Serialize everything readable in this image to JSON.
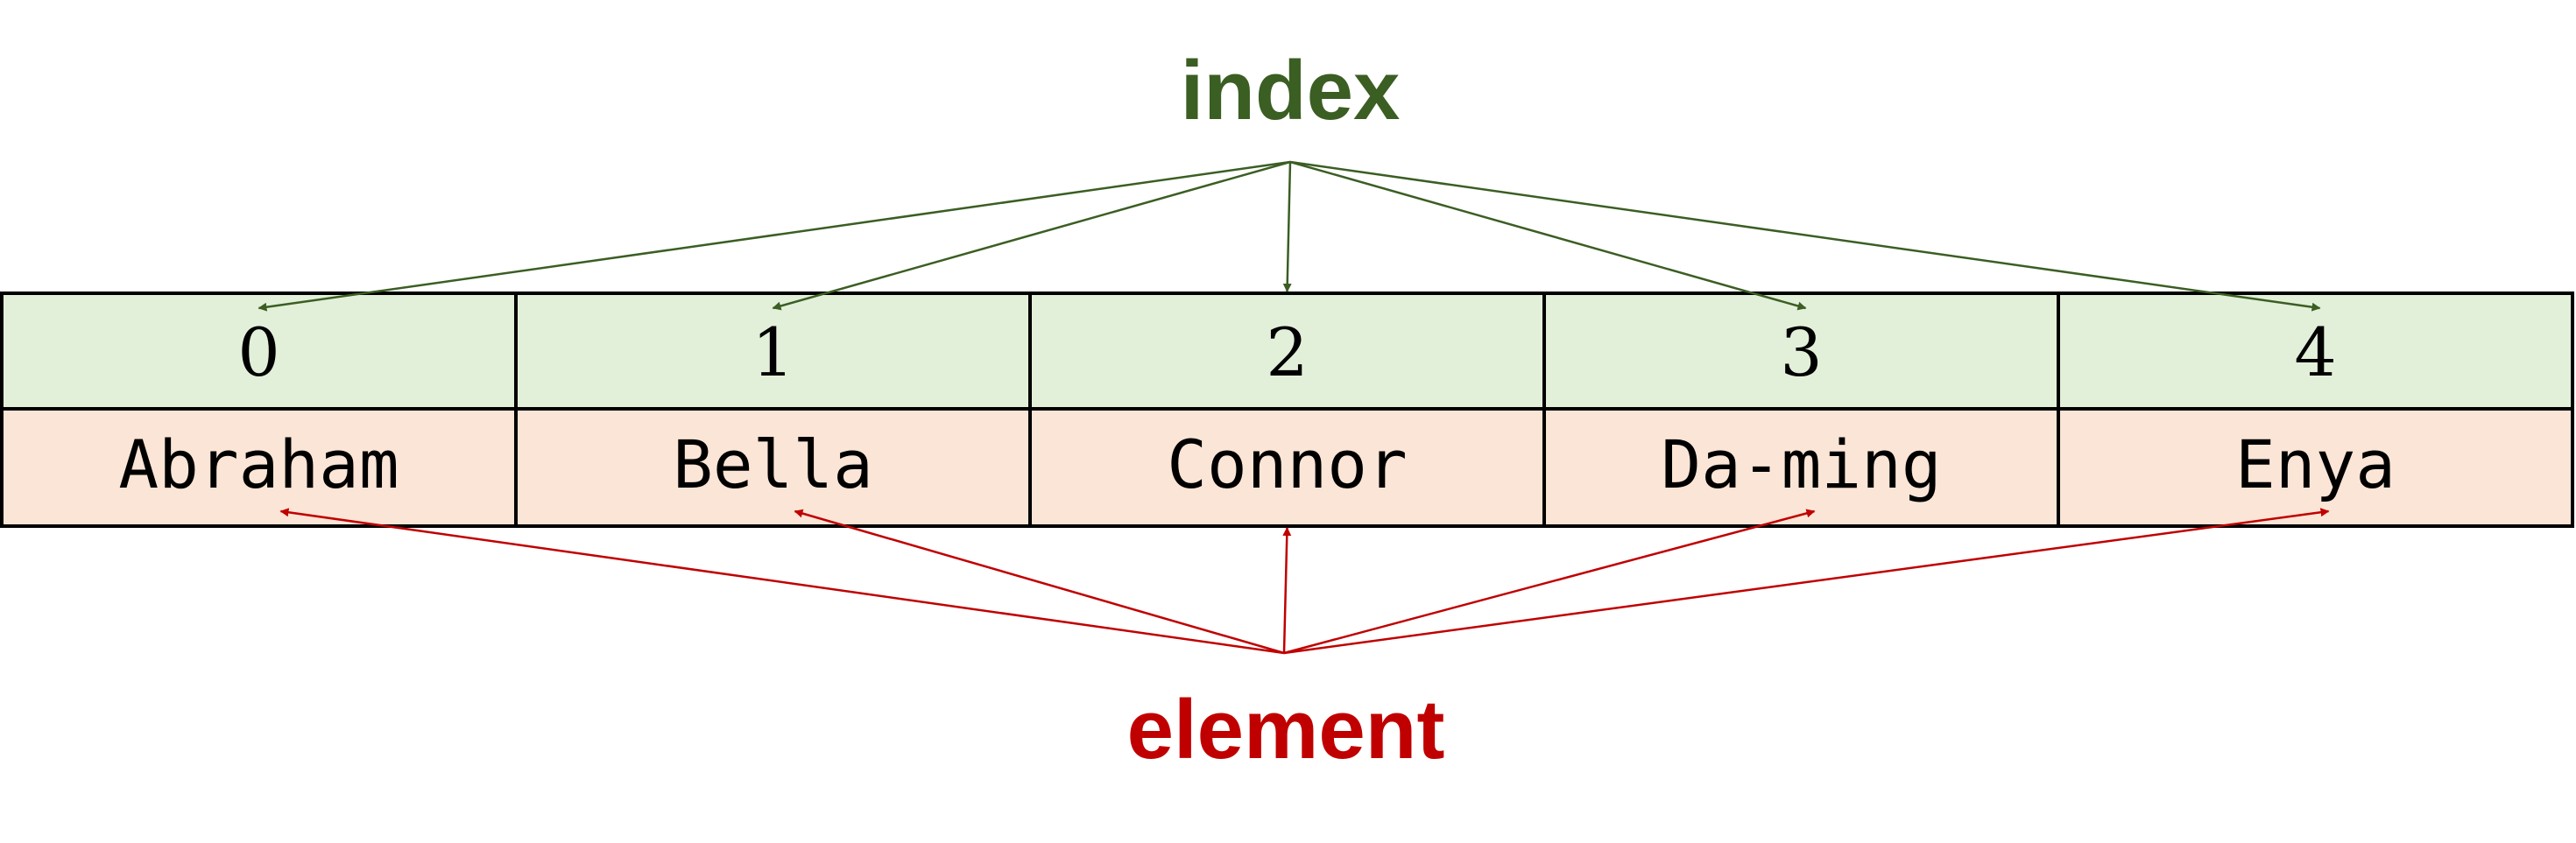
{
  "labels": {
    "index": "index",
    "element": "element"
  },
  "cells": [
    {
      "index": "0",
      "element": "Abraham"
    },
    {
      "index": "1",
      "element": "Bella"
    },
    {
      "index": "2",
      "element": "Connor"
    },
    {
      "index": "3",
      "element": "Da-ming"
    },
    {
      "index": "4",
      "element": "Enya"
    }
  ],
  "colors": {
    "index_label": "#3b5e23",
    "element_label": "#c00000",
    "index_row_fill": "#e2f0d9",
    "element_row_fill": "#fbe5d6",
    "grid_stroke": "#000000",
    "index_arrow": "#3b5e23",
    "element_arrow": "#c00000"
  }
}
